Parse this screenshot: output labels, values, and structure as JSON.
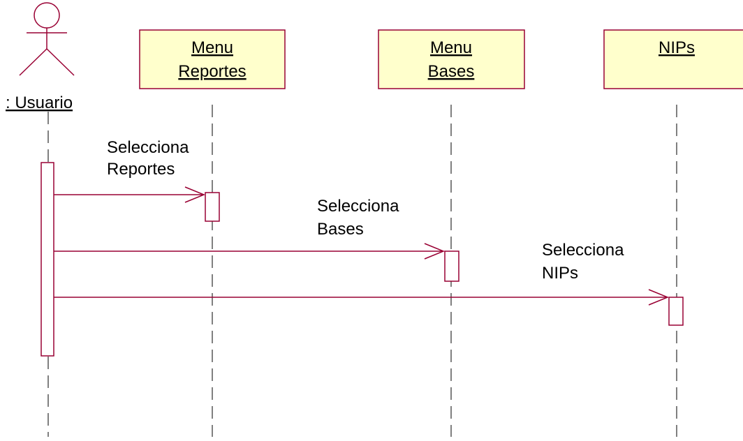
{
  "diagram": {
    "type": "uml-sequence",
    "actor": {
      "name": ": Usuario"
    },
    "objects": [
      {
        "id": "menu-reportes",
        "line1": "Menu",
        "line2": "Reportes"
      },
      {
        "id": "menu-bases",
        "line1": "Menu",
        "line2": "Bases"
      },
      {
        "id": "nips",
        "line1": "NIPs",
        "line2": ""
      }
    ],
    "messages": [
      {
        "from": "actor",
        "to": "menu-reportes",
        "line1": "Selecciona",
        "line2": "Reportes"
      },
      {
        "from": "actor",
        "to": "menu-bases",
        "line1": "Selecciona",
        "line2": "Bases"
      },
      {
        "from": "actor",
        "to": "nips",
        "line1": "Selecciona",
        "line2": "NIPs"
      }
    ]
  },
  "colors": {
    "object_fill": "#ffffcc",
    "object_border": "#990033",
    "message_line": "#990033",
    "activation_border": "#990033",
    "actor_stroke": "#990033",
    "lifeline": "#000000"
  }
}
